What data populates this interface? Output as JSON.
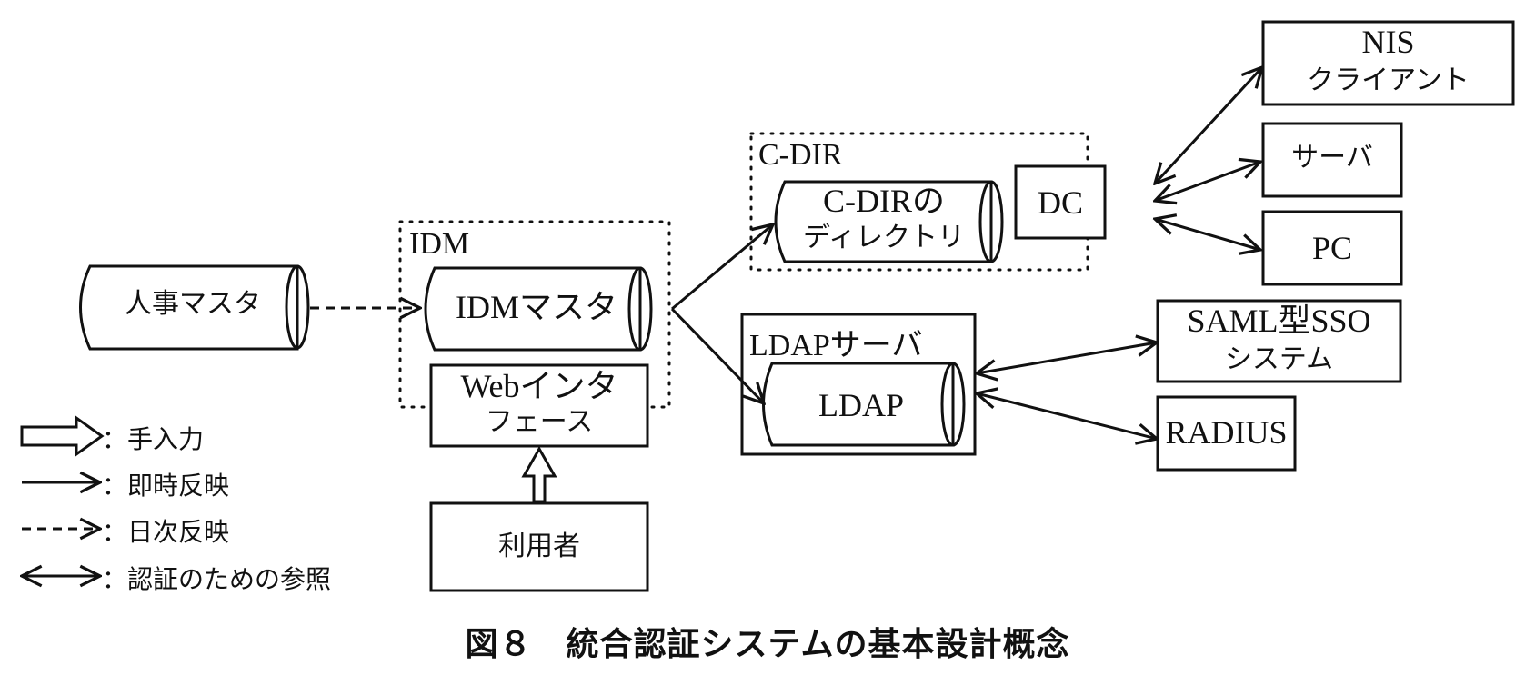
{
  "figure": {
    "caption": "図８　統合認証システムの基本設計概念"
  },
  "groups": {
    "idm": "IDM",
    "cdir": "C-DIR",
    "ldap_server": "LDAPサーバ"
  },
  "nodes": {
    "jinji_master": "人事マスタ",
    "idm_master": "IDMマスタ",
    "web_if_line1": "Webインタ",
    "web_if_line2": "フェース",
    "riyousha": "利用者",
    "cdir_dir_line1": "C-DIRの",
    "cdir_dir_line2": "ディレクトリ",
    "dc": "DC",
    "nis_line1": "NIS",
    "nis_line2": "クライアント",
    "server": "サーバ",
    "pc": "PC",
    "ldap": "LDAP",
    "saml_line1": "SAML型SSO",
    "saml_line2": "システム",
    "radius": "RADIUS"
  },
  "legend": [
    {
      "symbol": "hollow-arrow",
      "label": "：手入力"
    },
    {
      "symbol": "solid-arrow",
      "label": "：即時反映"
    },
    {
      "symbol": "dashed-arrow",
      "label": "：日次反映"
    },
    {
      "symbol": "double-arrow",
      "label": "：認証のための参照"
    }
  ],
  "edges": [
    {
      "from": "jinji_master",
      "to": "idm_master",
      "type": "daily"
    },
    {
      "from": "riyousha",
      "to": "web_if",
      "type": "manual"
    },
    {
      "from": "idm_master",
      "to": "cdir_dir",
      "type": "immediate"
    },
    {
      "from": "idm_master",
      "to": "ldap",
      "type": "immediate"
    },
    {
      "from": "dc",
      "to": "nis",
      "type": "auth-reference"
    },
    {
      "from": "dc",
      "to": "server",
      "type": "auth-reference"
    },
    {
      "from": "dc",
      "to": "pc",
      "type": "auth-reference"
    },
    {
      "from": "ldap_server",
      "to": "saml",
      "type": "auth-reference"
    },
    {
      "from": "ldap_server",
      "to": "radius",
      "type": "auth-reference"
    }
  ]
}
